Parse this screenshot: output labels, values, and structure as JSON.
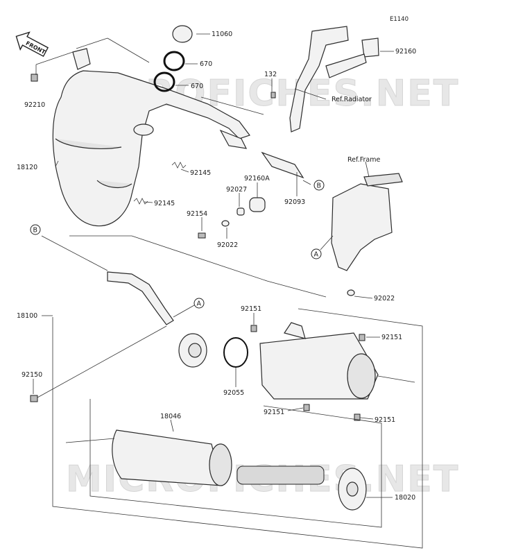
{
  "diagram_code": "E1140",
  "front_label": "FRONT",
  "watermark": "MICROFICHES.NET",
  "refs": {
    "radiator": "Ref.Radiator",
    "frame": "Ref.Frame"
  },
  "callouts": {
    "a": "A",
    "b": "B"
  },
  "parts": {
    "p11060": "11060",
    "p670a": "670",
    "p670b": "670",
    "p92210": "92210",
    "p18120": "18120",
    "p92160": "92160",
    "p132": "132",
    "p92145a": "92145",
    "p92145b": "92145",
    "p92160A": "92160A",
    "p92027": "92027",
    "p92154": "92154",
    "p92022a": "92022",
    "p92093": "92093",
    "p92022b": "92022",
    "p18100": "18100",
    "p92151a": "92151",
    "p92151b": "92151",
    "p92151c": "92151",
    "p92151d": "92151",
    "p92150": "92150",
    "p92055": "92055",
    "p18046": "18046",
    "p18020": "18020"
  }
}
